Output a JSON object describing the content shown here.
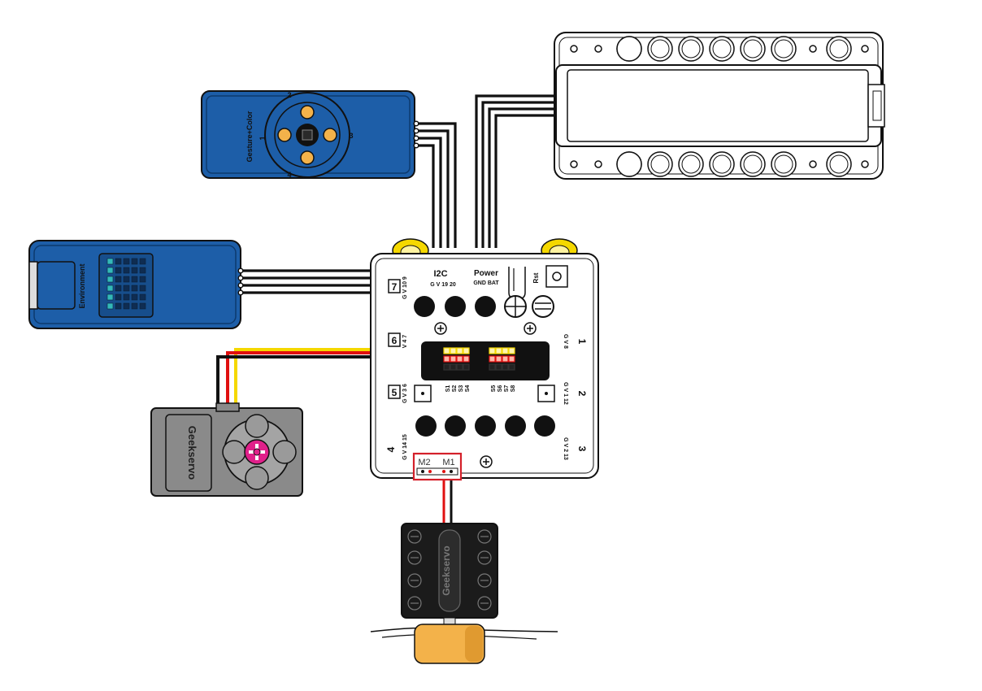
{
  "modules": {
    "gesture_color": {
      "name": "Gesture+Color",
      "ch1": "1",
      "ch2": "2",
      "ch3": "3",
      "ch4": "4"
    },
    "environment": {
      "name": "Environment"
    },
    "servo": {
      "brand": "Geekservo"
    },
    "motor": {
      "brand": "Geekservo"
    }
  },
  "board": {
    "i2c_label": "I2C",
    "i2c_pins": "G V 19 20",
    "power_label": "Power",
    "power_pins": "GND BAT",
    "rst_label": "Rst",
    "port_numbers": [
      "1",
      "2",
      "3",
      "4",
      "5",
      "6",
      "7"
    ],
    "port_pins": {
      "p1": "G V 8",
      "p2": "G V 1 12",
      "p3": "G V 2 13",
      "p4": "G V 14 15",
      "p5": "G V 3 6",
      "p6": "V 4 7",
      "p7": "G V 10 9"
    },
    "servo_labels_left": [
      "S1",
      "S2",
      "S3",
      "S4"
    ],
    "servo_labels_right": [
      "S5",
      "S6",
      "S7",
      "S8"
    ],
    "motor_labels": {
      "m2": "M2",
      "m1": "M1"
    }
  },
  "colors": {
    "module_blue": "#1d5ea8",
    "wire_black": "#111111",
    "wire_red": "#e01010",
    "wire_yellow": "#f5d800",
    "highlight_red": "#d4202a",
    "servo_gray": "#8a8a8a",
    "servo_pink": "#e0208a",
    "motor_orange": "#f3b24a"
  }
}
